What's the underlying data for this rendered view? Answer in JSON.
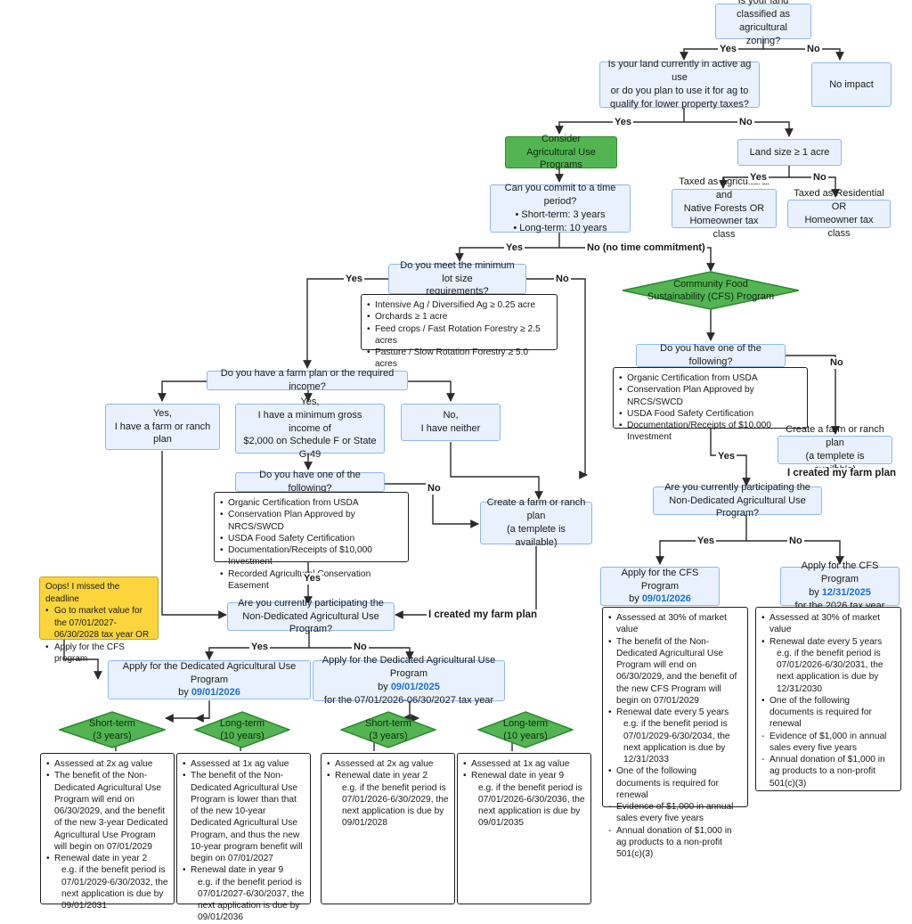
{
  "nodes": {
    "q_zoning": [
      "Is your land classified as",
      "agricultural zoning?"
    ],
    "no_impact": [
      "No impact"
    ],
    "q_active": [
      "Is your land currently in active ag use",
      "or do you plan to use it for ag to",
      "qualify for lower property taxes?"
    ],
    "consider": [
      "Consider",
      "Agricultural Use  Programs"
    ],
    "land_size": [
      "Land size ≥ 1 acre"
    ],
    "taxed_ag": [
      "Taxed as Agricultural and",
      "Native Forests OR",
      "Homeowner tax class"
    ],
    "taxed_res": [
      "Taxed as Residential OR",
      "Homeowner tax class"
    ],
    "q_time": [
      "Can you commit to a time period?",
      "• Short-term: 3 years",
      "• Long-term: 10 years"
    ],
    "q_lot": [
      "Do you meet the minimum lot size",
      "requirements?"
    ],
    "lot_reqs": [
      "Intensive Ag / Diversified Ag ≥ 0.25 acre",
      "Orchards ≥ 1 acre",
      "Feed crops / Fast Rotation Forestry ≥ 2.5 acres",
      "Pasture / Slow Rotation Forestry ≥ 5.0 acres"
    ],
    "cfs_program": [
      "Community Food",
      "Sustainability (CFS) Program"
    ],
    "q_farm_plan": [
      "Do you have a farm plan or the required income?"
    ],
    "opt_farm_plan": [
      "Yes,",
      "I have a farm or ranch plan"
    ],
    "opt_income": [
      "Yes,",
      "I have a minimum gross income of",
      "$2,000 on Schedule F or State G-49"
    ],
    "opt_neither": [
      "No,",
      "I have neither"
    ],
    "q_one_left": [
      "Do you have one of the following?"
    ],
    "list_left": [
      "Organic Certification from USDA",
      "Conservation Plan Approved by NRCS/SWCD",
      "USDA Food Safety Certification",
      "Documentation/Receipts of $10,000 Investment",
      "Recorded Agricultural Conservation Easement"
    ],
    "create_plan_left": [
      "Create a farm or ranch plan",
      "(a templete is available)"
    ],
    "q_one_right": [
      "Do you have one of the following?"
    ],
    "list_right": [
      "Organic Certification from USDA",
      "Conservation Plan Approved by NRCS/SWCD",
      "USDA Food Safety Certification",
      "Documentation/Receipts of $10,000 Investment"
    ],
    "create_plan_right": [
      "Create a farm or ranch plan",
      "(a templete is available)"
    ],
    "q_nondedicated_left": [
      "Are you currently participating the",
      "Non-Dedicated Agricultural Use Program?"
    ],
    "q_nondedicated_right": [
      "Are you currently participating the",
      "Non-Dedicated Agricultural Use Program?"
    ],
    "oops_title": "Oops! I missed the deadline",
    "oops_items": [
      "Go to market value for the 07/01/2027-06/30/2028 tax year OR",
      "Apply for the CFS program"
    ],
    "apply_ded_yes": {
      "line1": "Apply for the Dedicated Agricultural Use Program",
      "pre": "by ",
      "date": "09/01/2026"
    },
    "apply_ded_no": {
      "line1": "Apply for the Dedicated Agricultural Use Program",
      "pre": "by ",
      "date": "09/01/2025",
      "line3": "for the 07/01/2026-06/30/2027 tax year"
    },
    "apply_cfs_yes": {
      "line1": "Apply for the CFS Program",
      "pre": "by ",
      "date": "09/01/2026"
    },
    "apply_cfs_no": {
      "line1": "Apply for the CFS Program",
      "pre": "by ",
      "date": "12/31/2025",
      "line3": "for the 2026 tax year"
    },
    "short_term": [
      "Short-term",
      "(3 years)"
    ],
    "long_term": [
      "Long-term",
      "(10 years)"
    ]
  },
  "details": {
    "ded_yes_short": [
      {
        "t": "b",
        "x": "Assessed at 2x ag value"
      },
      {
        "t": "b",
        "x": "The benefit of the Non-Dedicated Agricultural Use Program will end on 06/30/2029, and the benefit of the new 3-year Dedicated Agricultural Use Program will begin on 07/01/2029"
      },
      {
        "t": "b",
        "x": "Renewal date in year 2"
      },
      {
        "t": "s",
        "x": "e.g. if the benefit period is 07/01/2029-6/30/2032, the next application is due by 09/01/2031"
      }
    ],
    "ded_yes_long": [
      {
        "t": "b",
        "x": "Assessed at 1x ag value"
      },
      {
        "t": "b",
        "x": "The benefit of the Non-Dedicated Agricultural Use Program is lower than that of the new 10-year Dedicated Agricultural Use Program, and thus the new 10-year program benefit will begin on 07/01/2027"
      },
      {
        "t": "b",
        "x": "Renewal date in year 9"
      },
      {
        "t": "s",
        "x": "e.g. if the benefit period is 07/01/2027-6/30/2037, the next application is due by 09/01/2036"
      }
    ],
    "ded_no_short": [
      {
        "t": "b",
        "x": "Assessed at 2x ag value"
      },
      {
        "t": "b",
        "x": "Renewal date in year 2"
      },
      {
        "t": "s",
        "x": "e.g. if the benefit period is 07/01/2026-6/30/2029, the next application is due by 09/01/2028"
      }
    ],
    "ded_no_long": [
      {
        "t": "b",
        "x": "Assessed at 1x ag value"
      },
      {
        "t": "b",
        "x": "Renewal date in year 9"
      },
      {
        "t": "s",
        "x": "e.g. if the benefit period is 07/01/2026-6/30/2036, the next application is due by 09/01/2035"
      }
    ],
    "cfs_yes": [
      {
        "t": "b",
        "x": "Assessed at 30% of market value"
      },
      {
        "t": "b",
        "x": "The benefit of the Non-Dedicated Agricultural Use Program will end on 06/30/2029, and the benefit of the new CFS Program will begin on 07/01/2029"
      },
      {
        "t": "b",
        "x": "Renewal date every 5 years"
      },
      {
        "t": "s",
        "x": "e.g. if the benefit period is 07/01/2029-6/30/2034, the next application is due by 12/31/2033"
      },
      {
        "t": "b",
        "x": "One of the following documents is required for renewal"
      },
      {
        "t": "d",
        "x": "Evidence of $1,000 in annual sales every five years"
      },
      {
        "t": "d",
        "x": "Annual donation of $1,000 in ag products to a non-profit 501(c)(3)"
      }
    ],
    "cfs_no": [
      {
        "t": "b",
        "x": "Assessed at 30% of market value"
      },
      {
        "t": "b",
        "x": "Renewal date every 5 years"
      },
      {
        "t": "s",
        "x": "e.g. if the benefit period is 07/01/2026-6/30/2031, the next application is due by 12/31/2030"
      },
      {
        "t": "b",
        "x": "One of the following documents is required for renewal"
      },
      {
        "t": "d",
        "x": "Evidence of $1,000 in annual sales every five years"
      },
      {
        "t": "d",
        "x": "Annual donation of $1,000 in ag products to a non-profit 501(c)(3)"
      }
    ]
  },
  "edge_labels": {
    "yes": "Yes",
    "no": "No",
    "no_time": "No (no time commitment)",
    "created": "I created my farm plan"
  },
  "colors": {
    "box_fill": "#e8f1fd",
    "box_border": "#8fb8ec",
    "green": "#52b552",
    "yellow": "#fbd53b",
    "date_blue": "#1a6fd6"
  }
}
